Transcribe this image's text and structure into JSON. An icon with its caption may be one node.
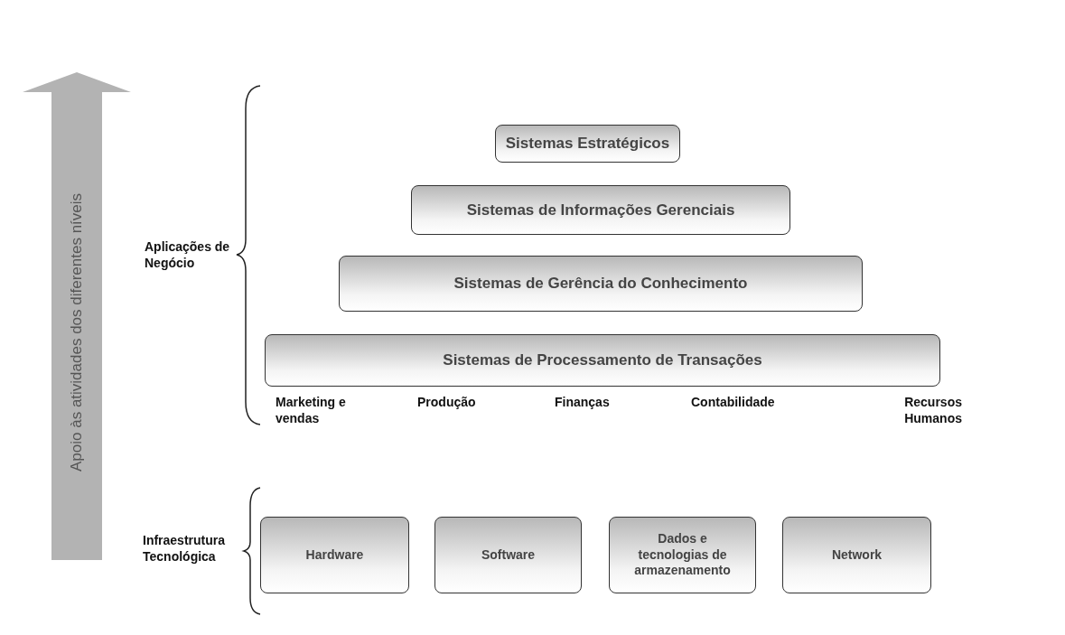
{
  "diagram": {
    "nodes": [
      {
        "text": [
          "Apoio às atividades dos diferentes níveis"
        ]
      },
      {
        "text": [
          "Sistemas Estratégicos"
        ]
      },
      {
        "text": [
          "Sistemas de Informações Gerenciais"
        ]
      },
      {
        "text": [
          "Sistemas de Gerência do Conhecimento"
        ]
      },
      {
        "text": [
          "Sistemas de Processamento de Transações"
        ]
      },
      {
        "text": [
          "Hardware"
        ]
      },
      {
        "text": [
          "Software"
        ]
      },
      {
        "text": [
          "Dados e tecnologias de armazenamento"
        ]
      },
      {
        "text": [
          "Network"
        ]
      }
    ],
    "edges": [],
    "labels": [
      "Aplicações de Negócio",
      "Marketing e vendas",
      "Produção",
      "Finanças",
      "Contabilidade",
      "Recursos Humanos",
      "Infraestrutura Tecnológica"
    ]
  }
}
